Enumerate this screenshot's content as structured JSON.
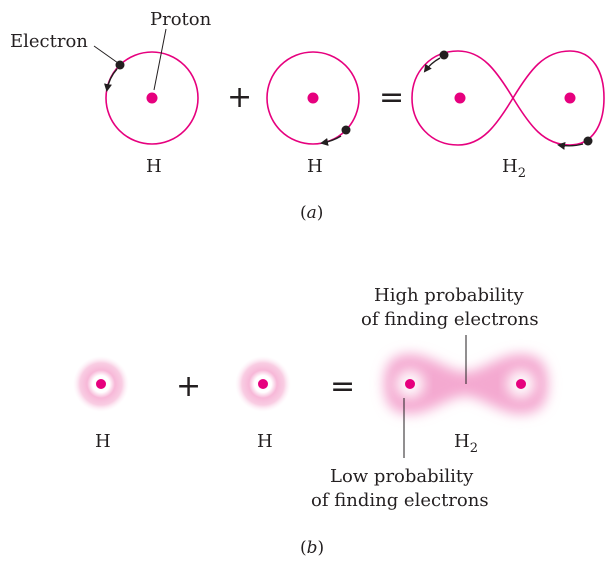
{
  "colors": {
    "orbit": "#e6007e",
    "nucleus": "#e6007e",
    "electron": "#231f20",
    "text": "#231f20",
    "cloud": "#f3a6cf"
  },
  "part_a": {
    "label_electron": "Electron",
    "label_proton": "Proton",
    "plus": "+",
    "equals": "=",
    "atom1": "H",
    "atom2": "H",
    "molecule_base": "H",
    "molecule_sub": "2",
    "caption_open": "(",
    "caption_letter": "a",
    "caption_close": ")"
  },
  "part_b": {
    "high_line1": "High probability",
    "high_line2": "of finding electrons",
    "low_line1": "Low probability",
    "low_line2": "of finding electrons",
    "plus": "+",
    "equals": "=",
    "atom1": "H",
    "atom2": "H",
    "molecule_base": "H",
    "molecule_sub": "2",
    "caption_open": "(",
    "caption_letter": "b",
    "caption_close": ")"
  }
}
